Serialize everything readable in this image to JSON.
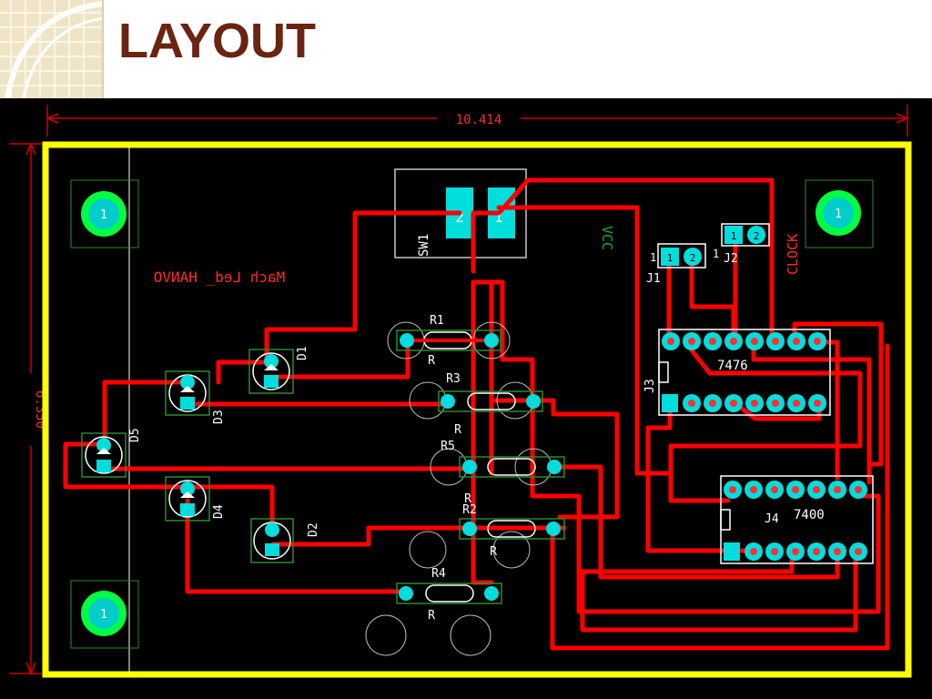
{
  "slide": {
    "title": "LAYOUT"
  },
  "dimensions": {
    "width": "10.414",
    "height": "6.350"
  },
  "labels": {
    "silk_text": "Mach Led_ HANVO",
    "vcc": "VCC",
    "clock": "CLOCK",
    "sw1": "SW1",
    "j1": "J1",
    "j2": "J2",
    "j3": "J3",
    "j4": "J4",
    "ic1": "7476",
    "ic2": "7400",
    "d1": "D1",
    "d2": "D2",
    "d3": "D3",
    "d4": "D4",
    "d5": "D5",
    "r1": "R1",
    "r2": "R2",
    "r3": "R3",
    "r4": "R4",
    "r5": "R5",
    "r": "R",
    "one": "1",
    "two": "2"
  },
  "colors": {
    "board": "#000000",
    "outline": "#ffff00",
    "trace": "#ff0000",
    "pad": "#00e0e0",
    "mount_hole": "#00ff40",
    "silkscreen": "#ffffff",
    "dimension": "#e00000",
    "title": "#6b2412"
  }
}
